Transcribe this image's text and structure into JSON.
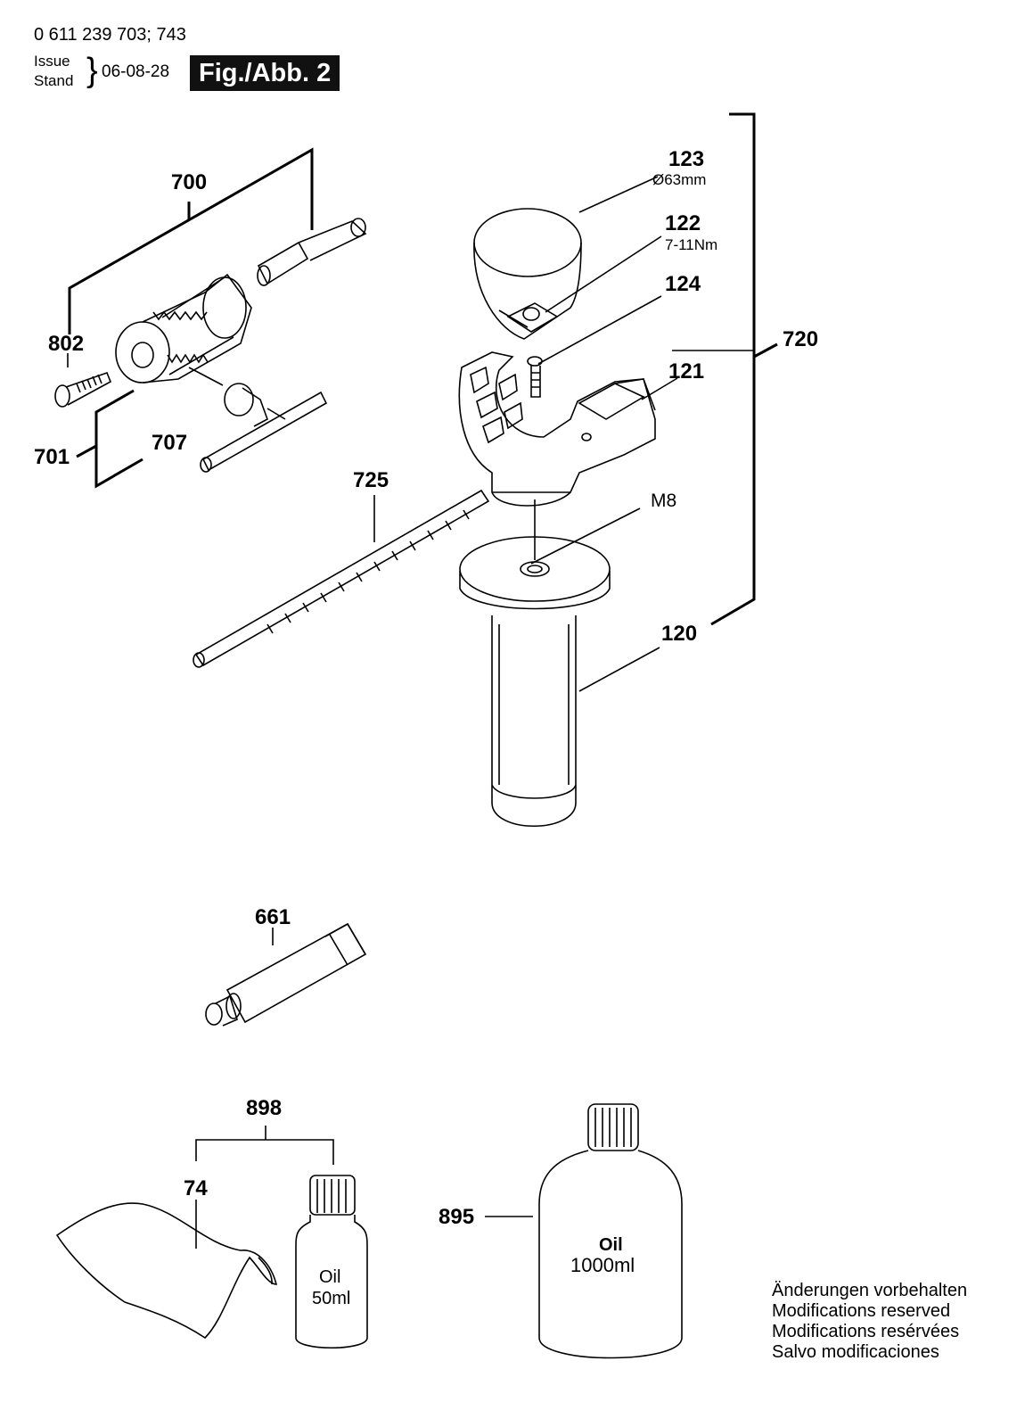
{
  "header": {
    "part_numbers": "0 611 239 703; 743",
    "issue_label": "Issue",
    "stand_label": "Stand",
    "date": "06-08-28",
    "figure_label": "Fig./Abb. 2"
  },
  "callouts": {
    "p700": "700",
    "p802": "802",
    "p701": "701",
    "p707": "707",
    "p123": "123",
    "p123_spec": "Ø63mm",
    "p122": "122",
    "p122_spec": "7-11Nm",
    "p124": "124",
    "p121": "121",
    "p720": "720",
    "p725": "725",
    "m8": "M8",
    "p120": "120",
    "p661": "661",
    "p898": "898",
    "p74": "74",
    "p895": "895"
  },
  "bottles": {
    "small_label": "Oil",
    "small_volume": "50ml",
    "large_label": "Oil",
    "large_volume": "1000ml"
  },
  "notes": [
    "Änderungen vorbehalten",
    "Modifications reserved",
    "Modifications resérvées",
    "Salvo modificaciones"
  ]
}
